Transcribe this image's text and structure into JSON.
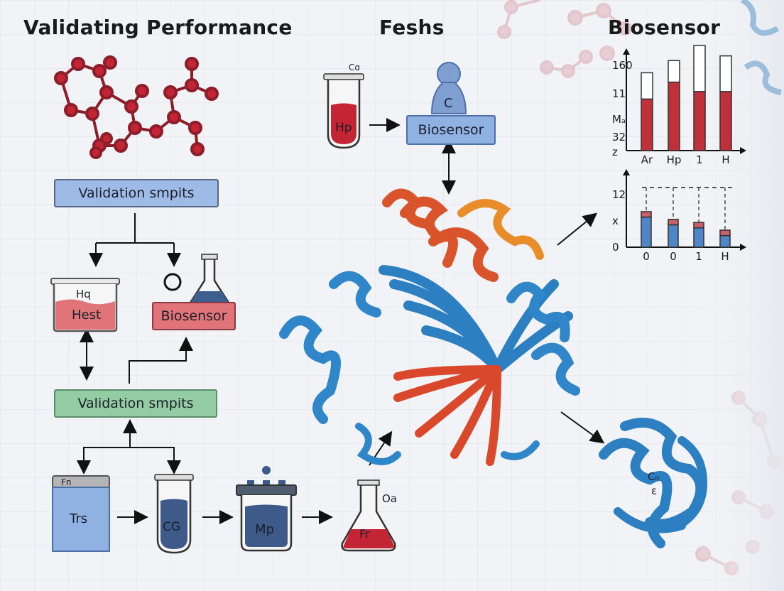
{
  "headings": {
    "left": "Validating Performance",
    "middle": "Feshs",
    "right": "Biosensor"
  },
  "left_flow": {
    "top_box": "Validation smpits",
    "beaker_top": "Hq",
    "beaker_label": "Hest",
    "biosensor_box": "Biosensor",
    "mid_box": "Validation smpits",
    "container_tab": "Fn",
    "container_label": "Trs",
    "tube_label": "CG",
    "vessel_label": "Mp",
    "flask_label": "Fr",
    "flask_side": "Oa"
  },
  "middle_flow": {
    "tube_top": "Cɑ",
    "tube_label": "Hp",
    "biosensor_knob": "C",
    "biosensor_box": "Biosensor"
  },
  "small_protein": {
    "label_top": "Cₙ",
    "label_bottom": "ε"
  },
  "chart_data": [
    {
      "type": "bar",
      "categories": [
        "Ar",
        "Hp",
        "1",
        "H"
      ],
      "y_tick_labels": [
        "160",
        "11",
        "Mₐ",
        "32",
        "z"
      ],
      "series": [
        {
          "values": [
            55,
            73,
            63,
            63
          ],
          "color": "#c0303a"
        },
        {
          "values": [
            28,
            23,
            49,
            38
          ],
          "color": "#ffffff"
        }
      ],
      "ylim": [
        0,
        100
      ]
    },
    {
      "type": "bar",
      "categories": [
        "0",
        "0",
        "1",
        "H"
      ],
      "y_tick_labels": [
        "12",
        "x",
        "0"
      ],
      "series": [
        {
          "values": [
            39,
            29,
            25,
            15
          ],
          "color": "#4f86c8"
        },
        {
          "values": [
            7,
            7,
            7,
            7
          ],
          "color": "#c9616a"
        }
      ],
      "ylim": [
        0,
        90
      ]
    }
  ]
}
